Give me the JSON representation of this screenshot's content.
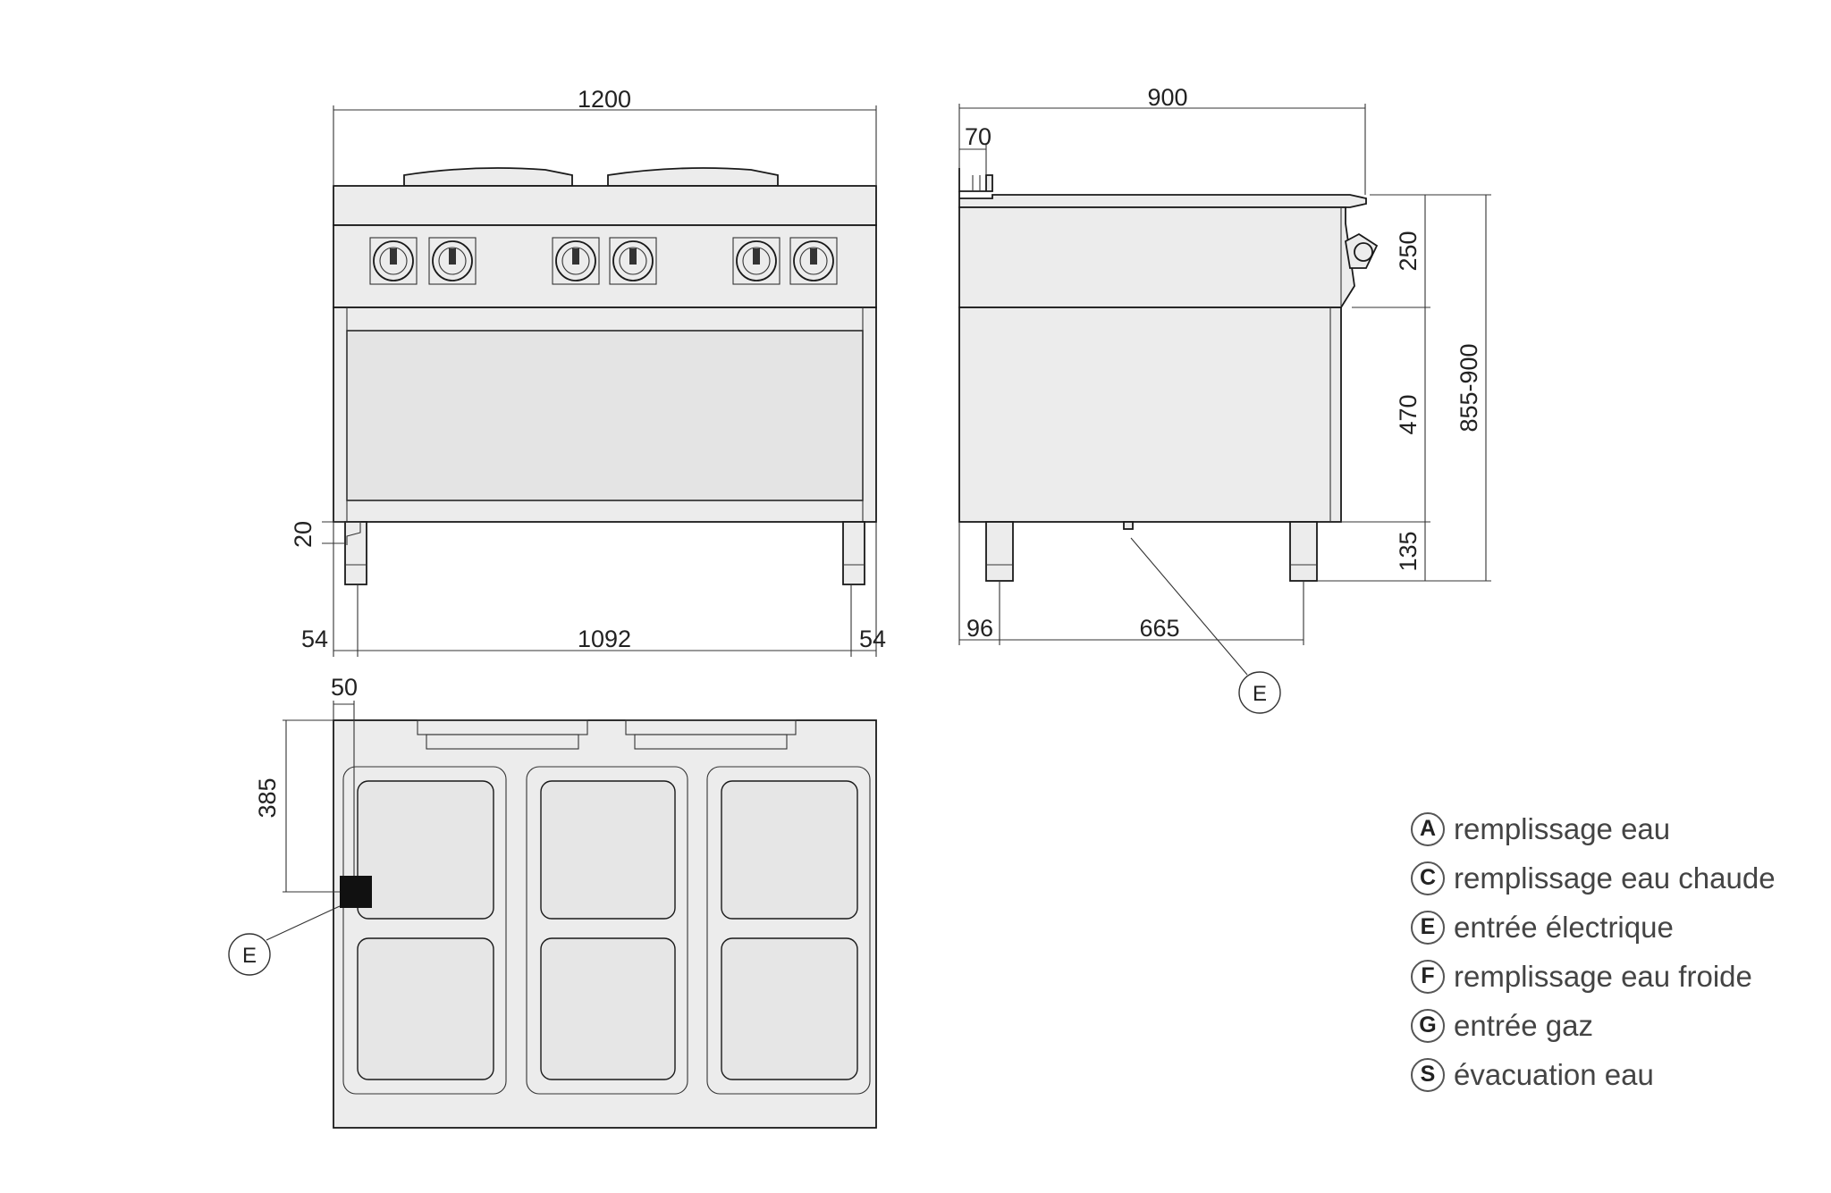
{
  "dimensions": {
    "front_width": "1200",
    "front_leg_height": "20",
    "front_side_left": "54",
    "front_between_legs": "1092",
    "front_side_right": "54",
    "side_depth": "900",
    "side_back_rail": "70",
    "side_control_height": "250",
    "side_cabinet_height": "470",
    "side_total_height": "855-900",
    "side_leg_height": "135",
    "side_front_offset": "96",
    "side_leg_span": "665",
    "top_offset_x": "50",
    "top_offset_y": "385"
  },
  "callouts": {
    "side_entry": "E",
    "top_entry": "E"
  },
  "legend": [
    {
      "letter": "A",
      "text": "remplissage eau"
    },
    {
      "letter": "C",
      "text": "remplissage eau chaude"
    },
    {
      "letter": "E",
      "text": "entrée électrique"
    },
    {
      "letter": "F",
      "text": "remplissage eau froide"
    },
    {
      "letter": "G",
      "text": "entrée gaz"
    },
    {
      "letter": "S",
      "text": "évacuation eau"
    }
  ]
}
